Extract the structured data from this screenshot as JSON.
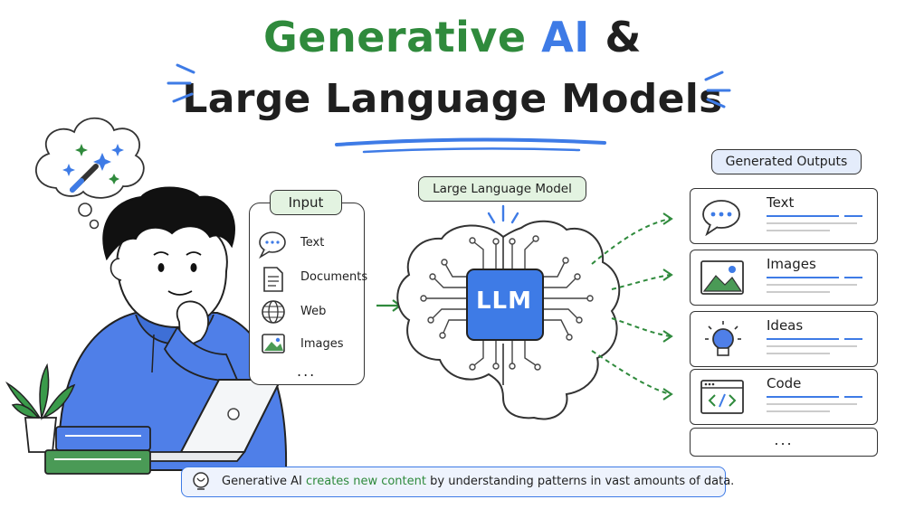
{
  "title": {
    "line1_part1": "Generative",
    "line1_part2": "AI",
    "line1_part3": "&",
    "line2": "Large Language Models"
  },
  "input": {
    "label": "Input",
    "items": [
      {
        "label": "Text",
        "icon": "chat-bubble-icon"
      },
      {
        "label": "Documents",
        "icon": "document-icon"
      },
      {
        "label": "Web",
        "icon": "globe-icon"
      },
      {
        "label": "Images",
        "icon": "image-icon"
      }
    ],
    "more": "..."
  },
  "model": {
    "label": "Large Language Model",
    "chip_text": "LLM"
  },
  "outputs": {
    "label": "Generated Outputs",
    "items": [
      {
        "label": "Text",
        "icon": "chat-bubble-icon"
      },
      {
        "label": "Images",
        "icon": "image-icon"
      },
      {
        "label": "Ideas",
        "icon": "lightbulb-icon"
      },
      {
        "label": "Code",
        "icon": "code-window-icon"
      }
    ],
    "more": "..."
  },
  "footer": {
    "part1": "Generative AI",
    "highlight": "creates new content",
    "part2": "by understanding patterns in vast amounts of data."
  },
  "colors": {
    "green": "#2f8a3c",
    "blue": "#3e7be6",
    "light_green": "#e3f3e1",
    "light_blue": "#e4ecfb",
    "ink": "#1f1f1f"
  }
}
